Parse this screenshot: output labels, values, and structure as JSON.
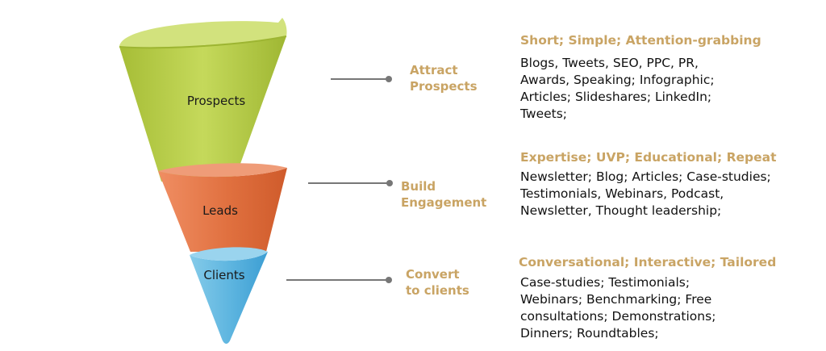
{
  "funnel": {
    "stages": [
      {
        "label": "Prospects",
        "color_top": "#b8cd46",
        "color_mid": "#a7bf3c",
        "color_rim": "#c4d86b"
      },
      {
        "label": "Leads",
        "color_top": "#d96a3e",
        "color_mid": "#e98a63",
        "color_rim": "#f0a07e"
      },
      {
        "label": "Clients",
        "color_top": "#3fa1d5",
        "color_mid": "#6cbde4",
        "color_rim": "#8ccbe9"
      }
    ]
  },
  "steps": [
    {
      "title_lines": [
        "Attract",
        "Prospects"
      ],
      "heading": "Short; Simple; Attention-grabbing",
      "lines": [
        "Blogs, Tweets, SEO, PPC, PR,",
        "Awards, Speaking; Infographic;",
        "Articles; Slideshares; LinkedIn;",
        "Tweets;"
      ]
    },
    {
      "title_lines": [
        "Build",
        "Engagement"
      ],
      "heading": "Expertise; UVP; Educational; Repeat",
      "lines": [
        "Newsletter; Blog; Articles; Case-studies;",
        "Testimonials, Webinars, Podcast,",
        "Newsletter, Thought leadership;"
      ]
    },
    {
      "title_lines": [
        "Convert",
        "to clients"
      ],
      "heading": "Conversational; Interactive; Tailored",
      "lines": [
        "Case-studies; Testimonials;",
        "Webinars; Benchmarking; Free",
        "consultations; Demonstrations;",
        "Dinners; Roundtables;"
      ]
    }
  ],
  "colors": {
    "accent": "#c9a464",
    "connector": "#777777",
    "text": "#111111"
  }
}
